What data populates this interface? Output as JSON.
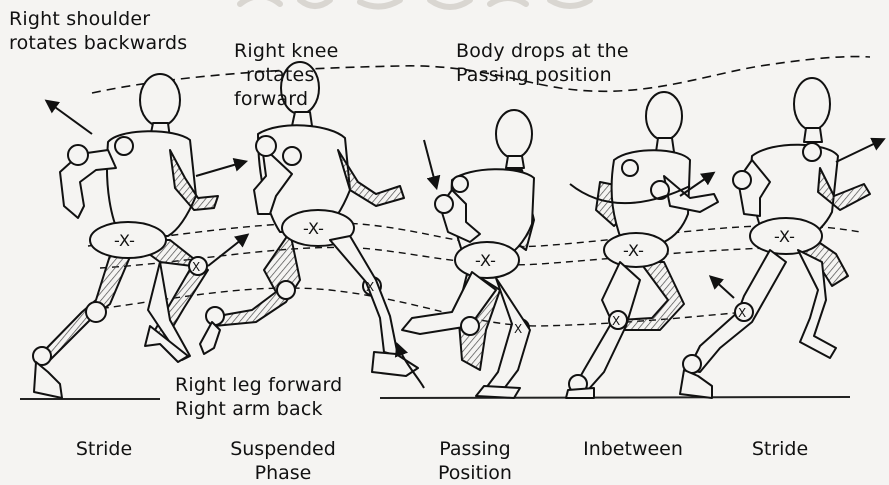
{
  "annotations": {
    "shoulder": [
      "Right shoulder",
      "rotates backwards"
    ],
    "knee": [
      "Right knee",
      "rotates",
      "forward"
    ],
    "body_drop": [
      "Body drops at the",
      "Passing position"
    ],
    "leg_arm": [
      "Right leg forward",
      "Right arm back"
    ]
  },
  "captions": {
    "c1": [
      "Stride"
    ],
    "c2": [
      "Suspended",
      "Phase"
    ],
    "c3": [
      "Passing",
      "Position"
    ],
    "c4": [
      "Inbetween"
    ],
    "c5": [
      "Stride"
    ]
  },
  "colors": {
    "ink": "#111111",
    "paper": "#f5f4f2",
    "shade": "#6a6a6a",
    "faint": "#dcdad6"
  },
  "icons": [
    "arrow-icon",
    "mannequin-figure"
  ]
}
